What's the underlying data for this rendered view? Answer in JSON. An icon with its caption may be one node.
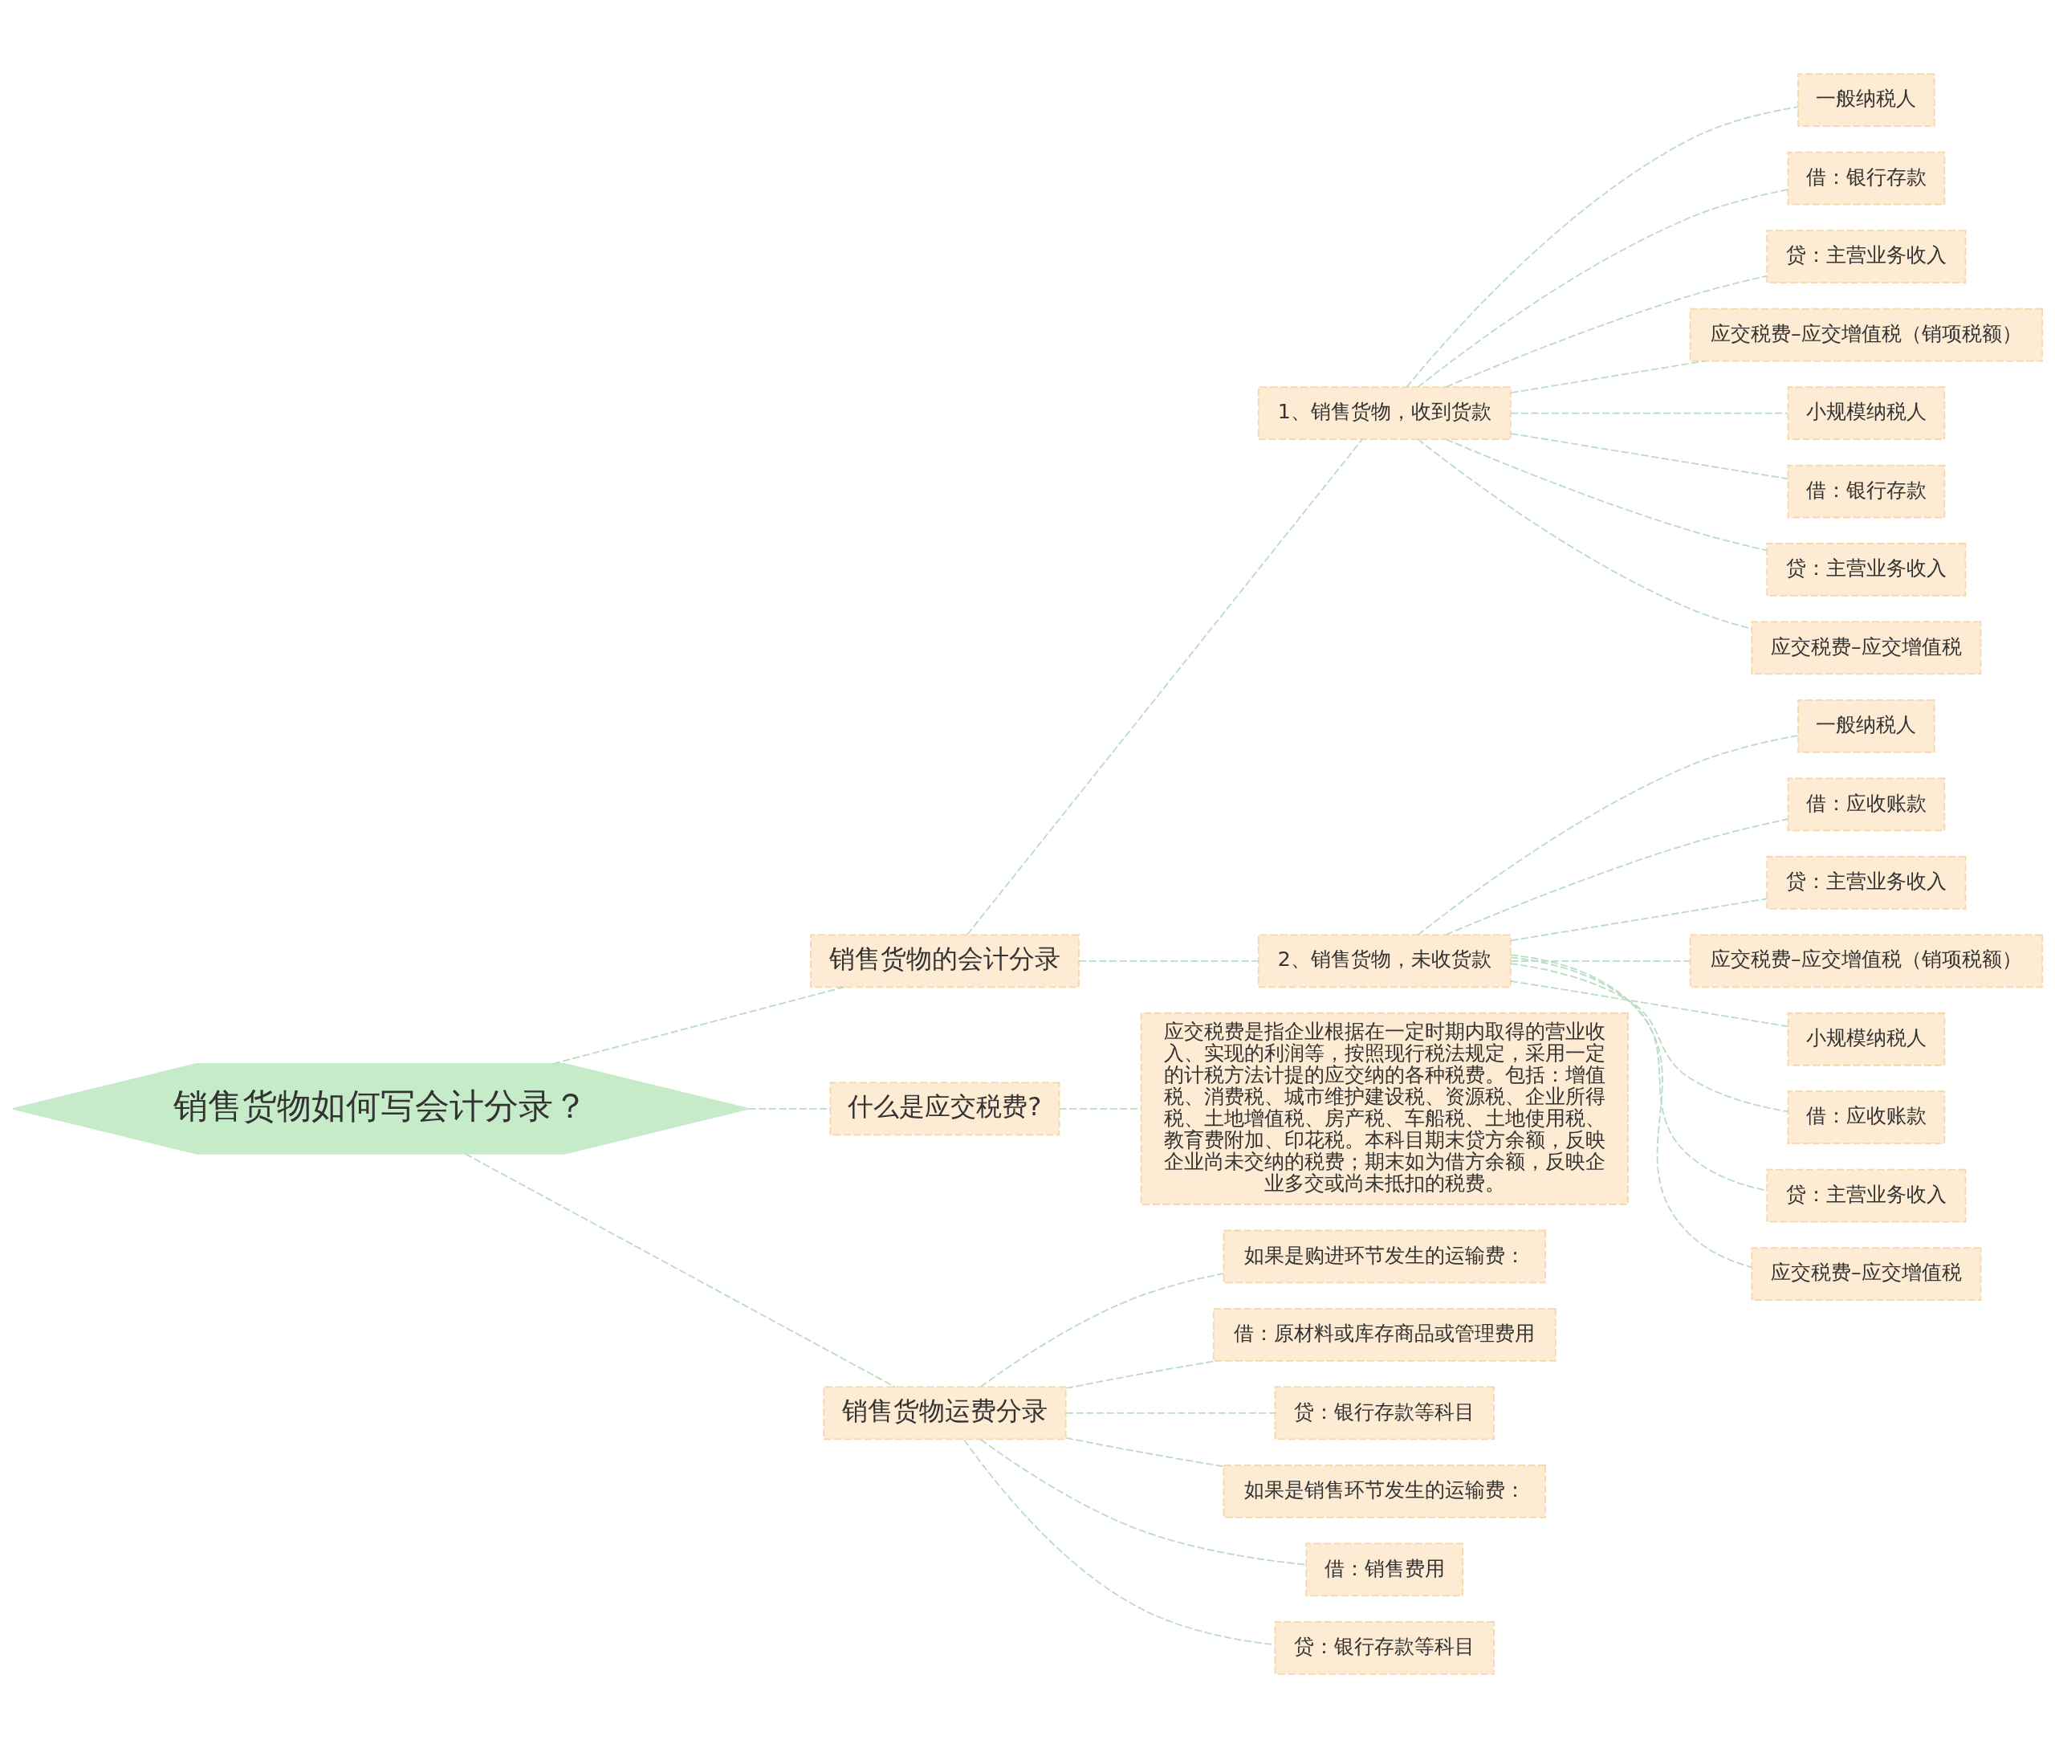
{
  "diagram": {
    "nodes": [
      {
        "text": [
          "销售货物如何写会计分录？"
        ]
      },
      {
        "text": [
          "销售货物的会计分录"
        ]
      },
      {
        "text": [
          "1、销售货物，收到货款"
        ]
      },
      {
        "text": [
          "一般纳税人"
        ]
      },
      {
        "text": [
          "借：银行存款"
        ]
      },
      {
        "text": [
          "贷：主营业务收入"
        ]
      },
      {
        "text": [
          "应交税费–应交增值税（销项税额）"
        ]
      },
      {
        "text": [
          "小规模纳税人"
        ]
      },
      {
        "text": [
          "借：银行存款"
        ]
      },
      {
        "text": [
          "贷：主营业务收入"
        ]
      },
      {
        "text": [
          "应交税费–应交增值税"
        ]
      },
      {
        "text": [
          "2、销售货物，未收货款"
        ]
      },
      {
        "text": [
          "一般纳税人"
        ]
      },
      {
        "text": [
          "借：应收账款"
        ]
      },
      {
        "text": [
          "贷：主营业务收入"
        ]
      },
      {
        "text": [
          "应交税费–应交增值税（销项税额）"
        ]
      },
      {
        "text": [
          "小规模纳税人"
        ]
      },
      {
        "text": [
          "借：应收账款"
        ]
      },
      {
        "text": [
          "贷：主营业务收入"
        ]
      },
      {
        "text": [
          "应交税费–应交增值税"
        ]
      },
      {
        "text": [
          "什么是应交税费?"
        ]
      },
      {
        "text": [
          "应交税费是指企业根据在一定时期内取得的营业收入、实现的利润等，按照现行税法规定，采用一定的计税方法计提的应交纳的各种税费。包括：增值税、消费税、城市维护建设税、资源税、企业所得税、土地增值税、房产税、车船税、土地使用税、教育费附加、印花税。本科目期末贷方余额，反映企业尚未交纳的税费；期末如为借方余额，反映企业多交或尚未抵扣的税费。"
        ]
      },
      {
        "text": [
          "销售货物运费分录"
        ]
      },
      {
        "text": [
          "如果是购进环节发生的运输费："
        ]
      },
      {
        "text": [
          "借：原材料或库存商品或管理费用"
        ]
      },
      {
        "text": [
          "贷：银行存款等科目"
        ]
      },
      {
        "text": [
          "如果是销售环节发生的运输费："
        ]
      },
      {
        "text": [
          "借：销售费用"
        ]
      },
      {
        "text": [
          "贷：银行存款等科目"
        ]
      }
    ],
    "edges": [
      {
        "from": 0,
        "to": 1,
        "arrow": "none",
        "style": "dashed"
      },
      {
        "from": 1,
        "to": 2,
        "arrow": "none",
        "style": "dashed"
      },
      {
        "from": 2,
        "to": 3,
        "arrow": "none",
        "style": "dashed"
      },
      {
        "from": 2,
        "to": 4,
        "arrow": "none",
        "style": "dashed"
      },
      {
        "from": 2,
        "to": 5,
        "arrow": "none",
        "style": "dashed"
      },
      {
        "from": 2,
        "to": 6,
        "arrow": "none",
        "style": "dashed"
      },
      {
        "from": 2,
        "to": 7,
        "arrow": "none",
        "style": "dashed"
      },
      {
        "from": 2,
        "to": 8,
        "arrow": "none",
        "style": "dashed"
      },
      {
        "from": 2,
        "to": 9,
        "arrow": "none",
        "style": "dashed"
      },
      {
        "from": 2,
        "to": 10,
        "arrow": "none",
        "style": "dashed"
      },
      {
        "from": 1,
        "to": 11,
        "arrow": "none",
        "style": "dashed"
      },
      {
        "from": 11,
        "to": 12,
        "arrow": "none",
        "style": "dashed"
      },
      {
        "from": 11,
        "to": 13,
        "arrow": "none",
        "style": "dashed"
      },
      {
        "from": 11,
        "to": 14,
        "arrow": "none",
        "style": "dashed"
      },
      {
        "from": 11,
        "to": 15,
        "arrow": "none",
        "style": "dashed"
      },
      {
        "from": 11,
        "to": 16,
        "arrow": "none",
        "style": "dashed"
      },
      {
        "from": 11,
        "to": 17,
        "arrow": "none",
        "style": "dashed"
      },
      {
        "from": 11,
        "to": 18,
        "arrow": "none",
        "style": "dashed"
      },
      {
        "from": 11,
        "to": 19,
        "arrow": "none",
        "style": "dashed"
      },
      {
        "from": 0,
        "to": 20,
        "arrow": "none",
        "style": "dashed"
      },
      {
        "from": 20,
        "to": 21,
        "arrow": "none",
        "style": "dashed"
      },
      {
        "from": 0,
        "to": 22,
        "arrow": "none",
        "style": "dashed"
      },
      {
        "from": 22,
        "to": 23,
        "arrow": "none",
        "style": "dashed"
      },
      {
        "from": 22,
        "to": 24,
        "arrow": "none",
        "style": "dashed"
      },
      {
        "from": 22,
        "to": 25,
        "arrow": "none",
        "style": "dashed"
      },
      {
        "from": 22,
        "to": 26,
        "arrow": "none",
        "style": "dashed"
      },
      {
        "from": 22,
        "to": 27,
        "arrow": "none",
        "style": "dashed"
      },
      {
        "from": 22,
        "to": 28,
        "arrow": "none",
        "style": "dashed"
      }
    ]
  }
}
